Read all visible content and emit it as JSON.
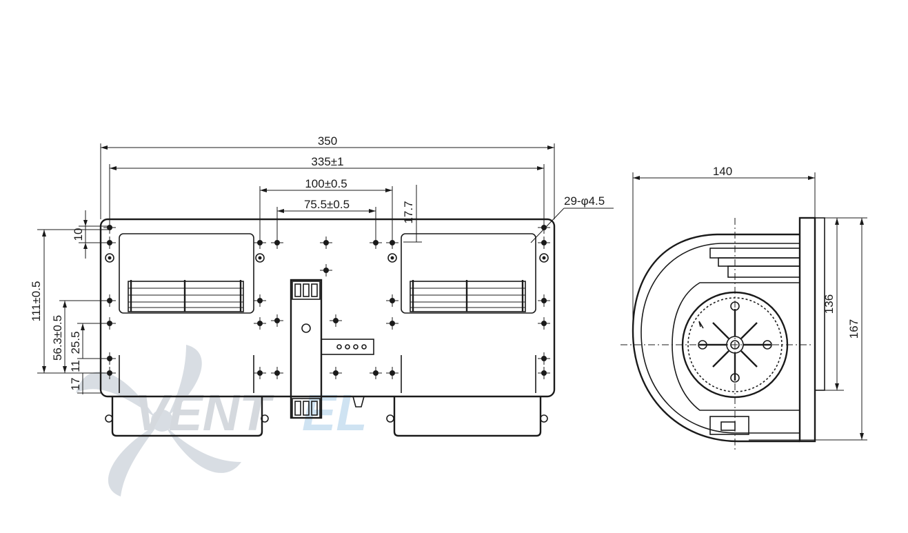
{
  "diagram": {
    "front_view": {
      "dim_total_width": "350",
      "dim_hole_span": "335±1",
      "dim_center_span_outer": "100±0.5",
      "dim_center_span_inner": "75.5±0.5",
      "dim_top_offset": "17.7",
      "dim_hole_spec": "29-φ4.5",
      "dim_left_top": "10",
      "dim_left_111": "111±0.5",
      "dim_left_56": "56.3±0.5",
      "dim_left_25": "25.5",
      "dim_left_11": "11",
      "dim_left_17": "17"
    },
    "side_view": {
      "dim_width": "140",
      "dim_height_inner": "136",
      "dim_height_outer": "167"
    },
    "watermark": {
      "text_main": "VENT",
      "text_accent": "EL",
      "main_color": "#d5d9de",
      "accent_color": "#cfe3f2"
    }
  }
}
